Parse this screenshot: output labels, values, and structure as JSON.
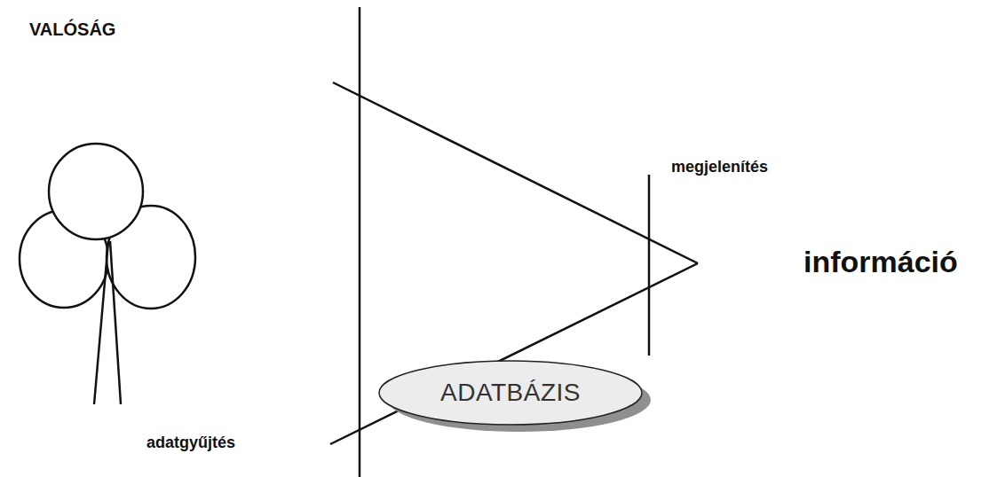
{
  "diagram": {
    "nodes": [
      {
        "text": [
          "ADATBÁZIS"
        ]
      }
    ],
    "labels": [
      "VALÓSÁG",
      "megjelenítés",
      "információ",
      "adatgyűjtés"
    ]
  }
}
